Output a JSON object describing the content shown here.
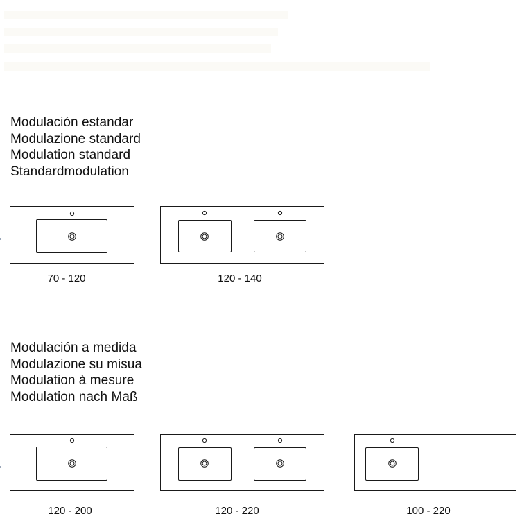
{
  "sections": [
    {
      "headings": [
        "Modulación estandar",
        "Modulazione standard",
        "Modulation standard",
        "Standardmodulation"
      ],
      "models": [
        {
          "label": "70 - 120",
          "basins": 1
        },
        {
          "label": "120 - 140",
          "basins": 2
        }
      ]
    },
    {
      "headings": [
        "Modulación a medida",
        "Modulazione su misua",
        "Modulation à mesure",
        "Modulation nach Maß"
      ],
      "models": [
        {
          "label": "120 - 200",
          "basins": 1
        },
        {
          "label": "120 - 220",
          "basins": 2
        },
        {
          "label": "100 - 220",
          "basins": 1
        }
      ]
    }
  ],
  "colors": {
    "outline": "#1a1a1a",
    "text": "#111111"
  }
}
